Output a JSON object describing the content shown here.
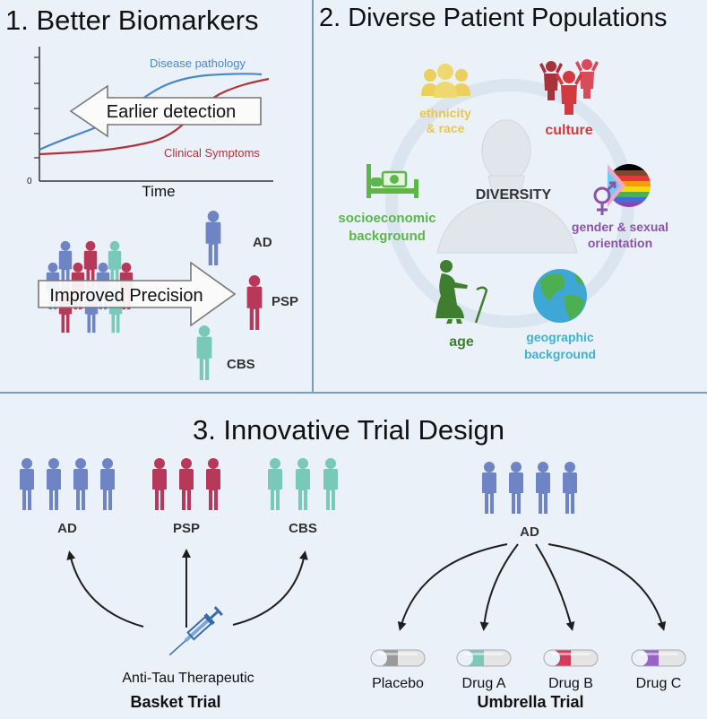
{
  "colors": {
    "background": "#eaf1f9",
    "divider": "#7a9cc2",
    "ad": "#6f84c4",
    "psp": "#b8385a",
    "cbs": "#79c9b8",
    "disease_curve": "#4a87c6",
    "symptom_curve": "#b0323c",
    "ethnicity": "#e9c64e",
    "culture": "#d33a3f",
    "gender": "#8a54a8",
    "socio": "#5cb64a",
    "age": "#3f7d2f",
    "geo": "#3fb2cf",
    "syringe": "#3a6aa7"
  },
  "panel1": {
    "title": "1.  Better Biomarkers",
    "chart": {
      "y_zero": "0",
      "x_label": "Time",
      "disease_label": "Disease pathology",
      "symptom_label": "Clinical Symptoms",
      "arrow_label": "Earlier detection"
    },
    "precision": {
      "arrow_label": "Improved Precision",
      "groups": [
        "AD",
        "PSP",
        "CBS"
      ]
    }
  },
  "panel2": {
    "title": "2. Diverse Patient Populations",
    "center": "DIVERSITY",
    "items": [
      {
        "key": "ethnicity",
        "line1": "ethnicity",
        "line2": "& race",
        "icon": "people-group-icon"
      },
      {
        "key": "culture",
        "line1": "culture",
        "line2": "",
        "icon": "culture-people-icon"
      },
      {
        "key": "gender",
        "line1": "gender & sexual",
        "line2": "orientation",
        "icon": "rainbow-flag-icon"
      },
      {
        "key": "geo",
        "line1": "geographic",
        "line2": "background",
        "icon": "globe-icon"
      },
      {
        "key": "age",
        "line1": "age",
        "line2": "",
        "icon": "elderly-person-icon"
      },
      {
        "key": "socio",
        "line1": "socioeconomic",
        "line2": "background",
        "icon": "bed-money-icon"
      }
    ]
  },
  "panel3": {
    "title": "3. Innovative Trial Design",
    "basket": {
      "groups": [
        "AD",
        "PSP",
        "CBS"
      ],
      "therapeutic": "Anti-Tau Therapeutic",
      "label": "Basket Trial"
    },
    "umbrella": {
      "group": "AD",
      "drugs": [
        "Placebo",
        "Drug A",
        "Drug B",
        "Drug C"
      ],
      "drug_colors": [
        "#9a9a9a",
        "#79c9b8",
        "#d83a5e",
        "#9a62c8"
      ],
      "label": "Umbrella Trial"
    }
  }
}
